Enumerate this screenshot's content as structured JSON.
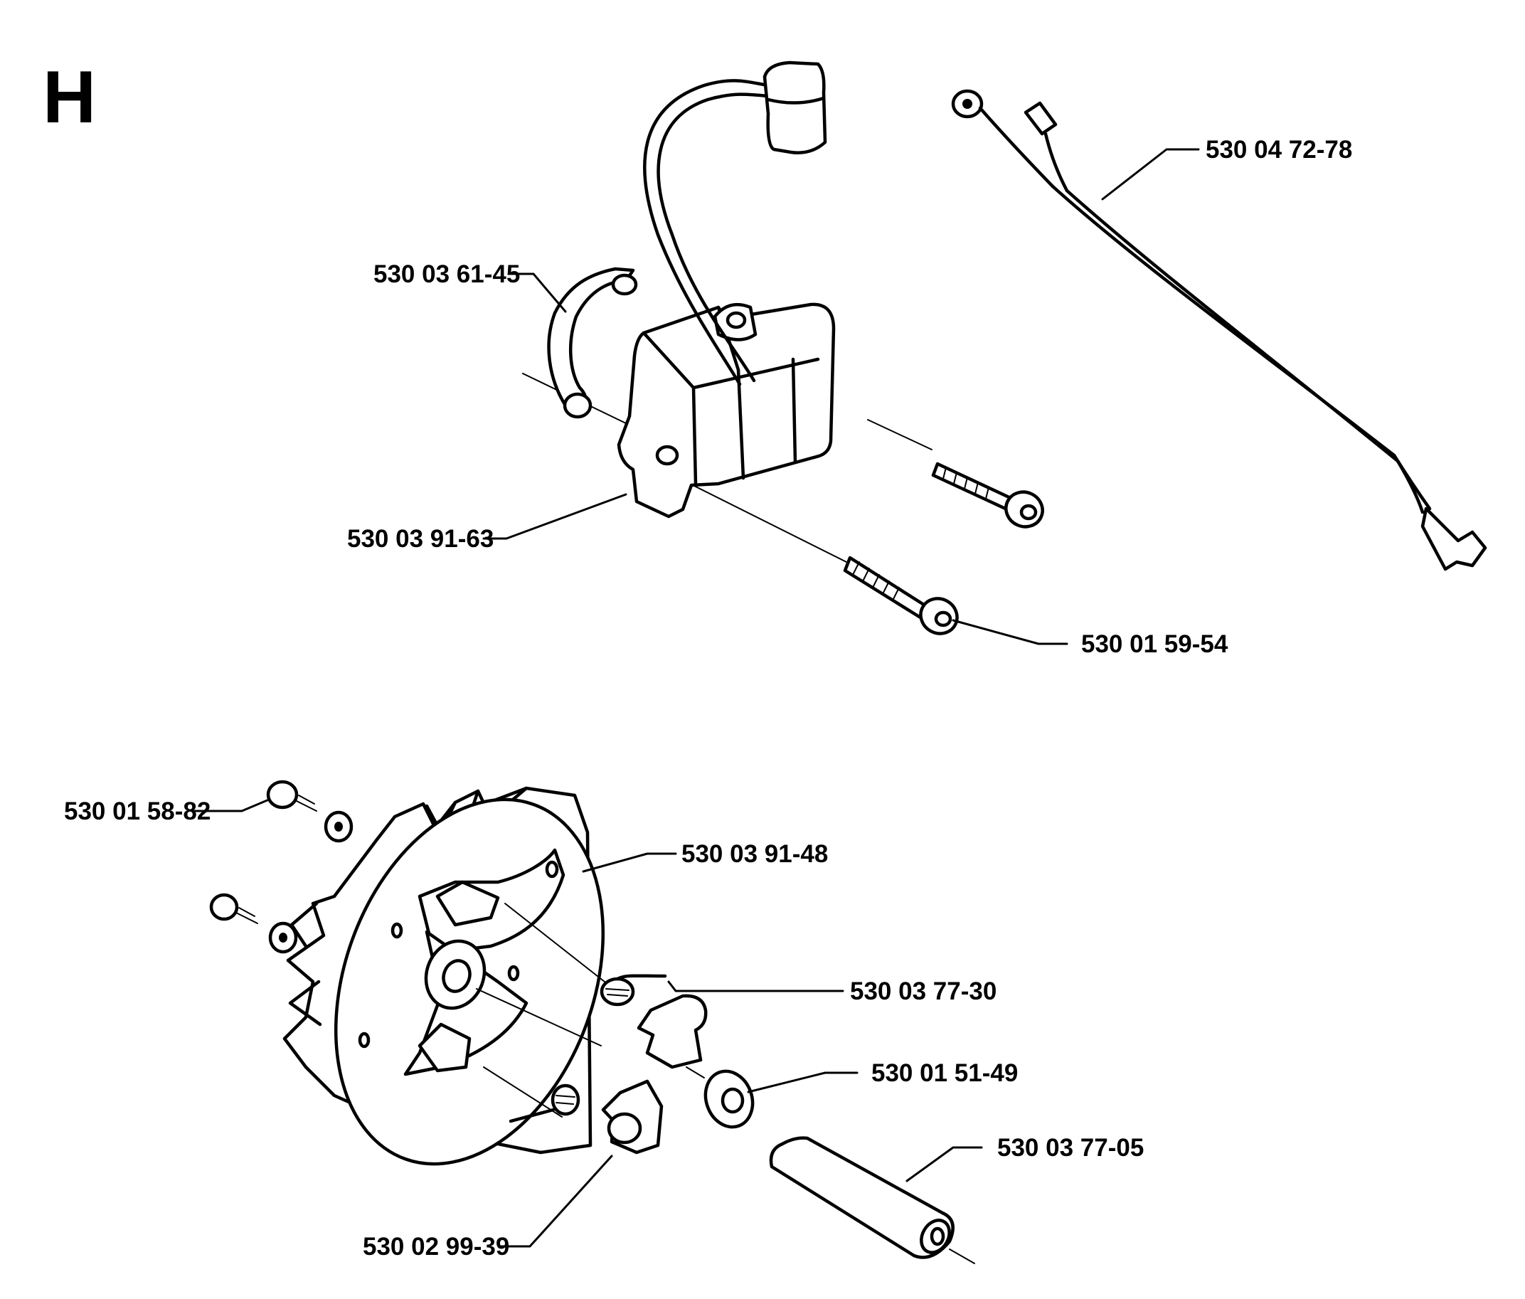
{
  "section_letter": "H",
  "part_labels": {
    "wire_harness": "530 04 72-78",
    "ignition_clip": "530 03 61-45",
    "ignition_module": "530 03 91-63",
    "module_screw": "530 01 59-54",
    "flywheel_screw": "530 01 58-82",
    "flywheel": "530 03 91-48",
    "pawl_spring": "530 03 77-30",
    "washer": "530 01 51-49",
    "sleeve": "530 03 77-05",
    "pawl": "530 02 99-39"
  }
}
